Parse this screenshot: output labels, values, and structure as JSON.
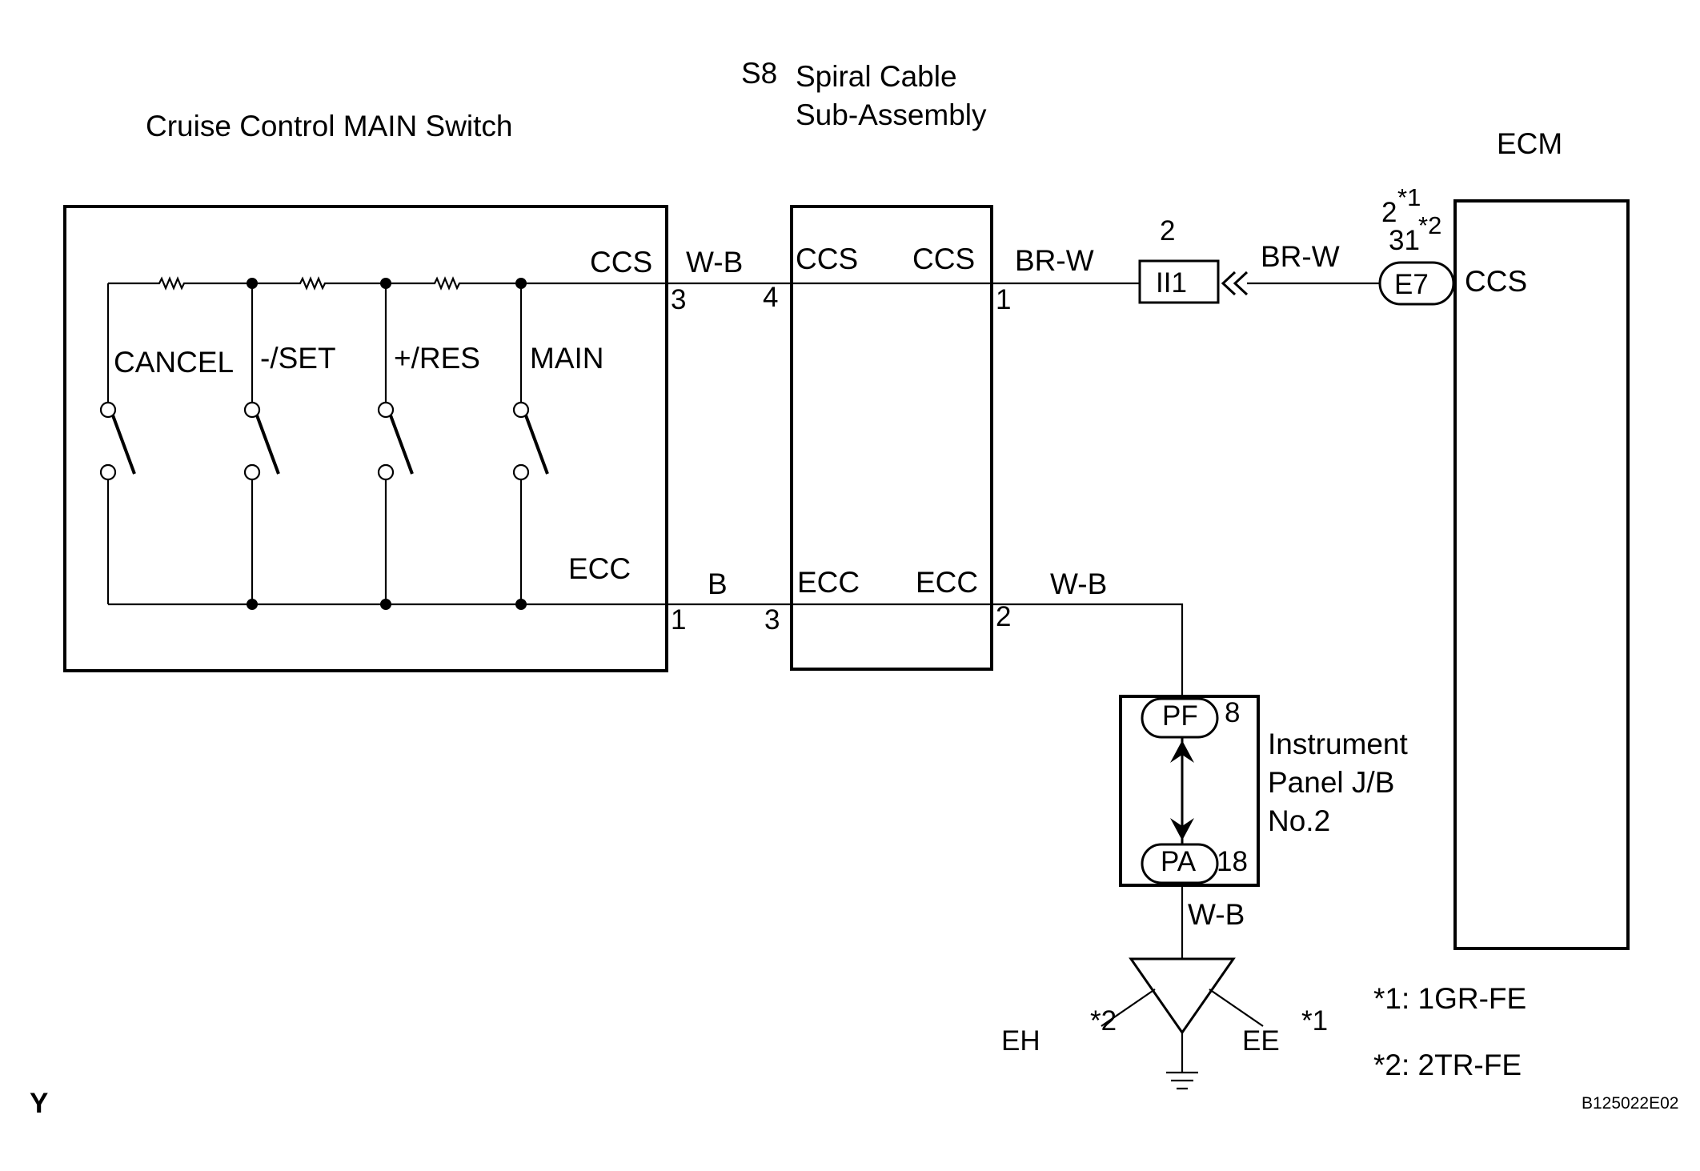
{
  "components": {
    "main_switch": {
      "title": "Cruise Control MAIN Switch"
    },
    "spiral_cable": {
      "code": "S8",
      "title_line1": "Spiral Cable",
      "title_line2": "Sub-Assembly"
    },
    "ecm": {
      "title": "ECM",
      "terminal": "CCS"
    },
    "jb": {
      "title_line1": "Instrument",
      "title_line2": "Panel J/B",
      "title_line3": "No.2"
    }
  },
  "switches": [
    "CANCEL",
    "-/SET",
    "+/RES",
    "MAIN"
  ],
  "terminals": {
    "sw_ccs": "CCS",
    "sw_ccs_pin": "3",
    "sw_ecc": "ECC",
    "sw_ecc_pin": "1",
    "spiral_ccs_in": "CCS",
    "spiral_ccs_in_pin": "4",
    "spiral_ccs_out": "CCS",
    "spiral_ccs_out_pin": "1",
    "spiral_ecc_in": "ECC",
    "spiral_ecc_in_pin": "3",
    "spiral_ecc_out": "ECC",
    "spiral_ecc_out_pin": "2"
  },
  "wires": {
    "w_b_top": "W-B",
    "br_w_left": "BR-W",
    "br_w_right": "BR-W",
    "b_bottom": "B",
    "w_b_right": "W-B",
    "w_b_ground": "W-B"
  },
  "connectors": {
    "ii1": {
      "label": "II1",
      "pin": "2"
    },
    "e7": {
      "label": "E7",
      "pin_main": "2",
      "pin_sup1": "*1",
      "pin_main2": "31",
      "pin_sup2": "*2"
    },
    "pf": {
      "label": "PF",
      "pin": "8"
    },
    "pa": {
      "label": "PA",
      "pin": "18"
    }
  },
  "ground": {
    "eh": "EH",
    "eh_note": "*2",
    "ee": "EE",
    "ee_note": "*1"
  },
  "notes": {
    "n1": "*1: 1GR-FE",
    "n2": "*2: 2TR-FE"
  },
  "corner": {
    "left": "Y",
    "code": "B125022E02"
  }
}
